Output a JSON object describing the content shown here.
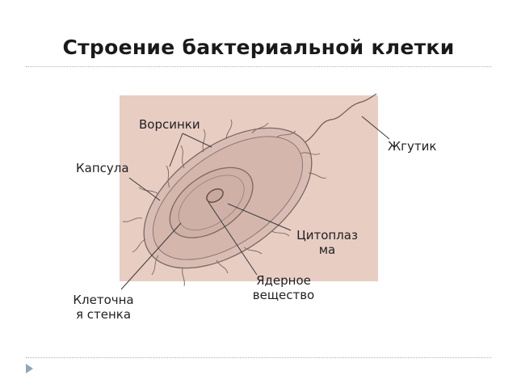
{
  "title": "Строение бактериальной клетки",
  "labels": {
    "villi": "Ворсинки",
    "flagellum": "Жгутик",
    "capsule": "Капсула",
    "cytoplasm_line1": "Цитоплаз",
    "cytoplasm_line2": "ма",
    "nuclear_line1": "Ядерное",
    "nuclear_line2": "вещество",
    "wall_line1": "Клеточна",
    "wall_line2": "я стенка"
  },
  "colors": {
    "background_panel": "#e8cdc3",
    "cell_fill": "#d9bdb5",
    "accent_bullet": "#8fa6b8"
  }
}
